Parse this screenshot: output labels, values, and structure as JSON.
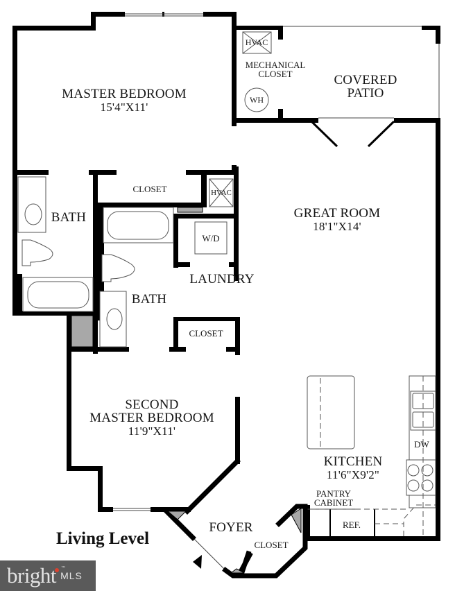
{
  "plan": {
    "title": "Living Level",
    "rooms": {
      "master_bedroom": {
        "name": "MASTER BEDROOM",
        "dims": "15'4\"X11'"
      },
      "mechanical_closet": {
        "name_line1": "MECHANICAL",
        "name_line2": "CLOSET"
      },
      "covered_patio": {
        "name_line1": "COVERED",
        "name_line2": "PATIO"
      },
      "great_room": {
        "name": "GREAT ROOM",
        "dims": "18'1\"X14'"
      },
      "master_bath": {
        "name": "BATH"
      },
      "hall_closet": {
        "name": "CLOSET"
      },
      "laundry": {
        "name": "LAUNDRY"
      },
      "second_bath": {
        "name": "BATH"
      },
      "bath_closet": {
        "name": "CLOSET"
      },
      "second_master_bedroom": {
        "name_line1": "SECOND",
        "name_line2": "MASTER BEDROOM",
        "dims": "11'9\"X11'"
      },
      "kitchen": {
        "name": "KITCHEN",
        "dims": "11'6\"X9'2\""
      },
      "pantry_cabinet": {
        "name_line1": "PANTRY",
        "name_line2": "CABINET"
      },
      "foyer": {
        "name": "FOYER"
      },
      "foyer_closet": {
        "name": "CLOSET"
      }
    },
    "fixtures": {
      "hvac_mechanical": "HVAC",
      "water_heater": "WH",
      "hvac_laundry": "HVAC",
      "washer_dryer": "W/D",
      "dishwasher": "DW",
      "refrigerator": "REF."
    }
  },
  "watermark": {
    "brand": "bright",
    "trademark": "™",
    "suffix": "MLS",
    "background": "#5a5a5a",
    "dot_color": "#d9412f"
  },
  "colors": {
    "wall": "#000000",
    "fixture_line": "#555555",
    "shaded": "#a8a8a8"
  }
}
